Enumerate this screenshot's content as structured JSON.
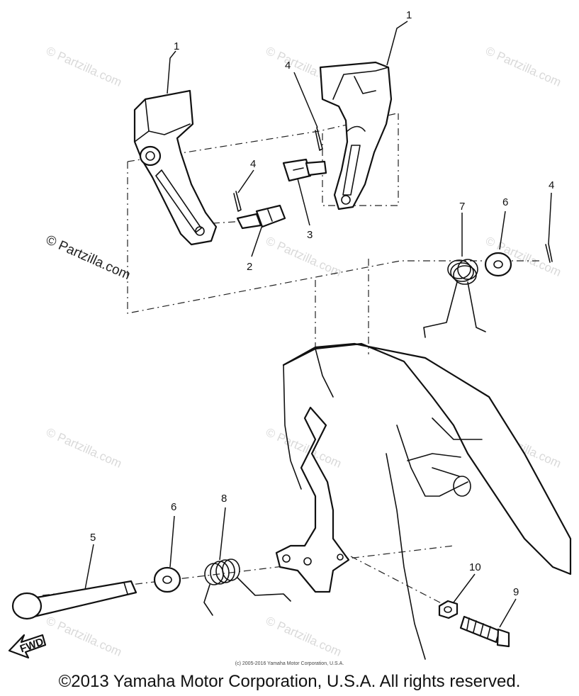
{
  "diagram": {
    "callouts": {
      "c1a": "1",
      "c1b": "1",
      "c4a": "4",
      "c4b": "4",
      "c4c": "4",
      "c2": "2",
      "c3": "3",
      "c7": "7",
      "c6a": "6",
      "c6b": "6",
      "c5": "5",
      "c8": "8",
      "c10": "10",
      "c9": "9"
    },
    "fwd_label": "FWD"
  },
  "watermark": {
    "text": "© Partzilla.com",
    "highlighted_text": "© Partzilla.com"
  },
  "footer": {
    "small_copyright": "(c) 2005-2016 Yamaha Motor Corporation, U.S.A.",
    "copyright": "©2013 Yamaha Motor Corporation, U.S.A. All rights reserved."
  },
  "colors": {
    "line": "#111111",
    "watermark": "#d9d9d9",
    "background": "#ffffff"
  }
}
